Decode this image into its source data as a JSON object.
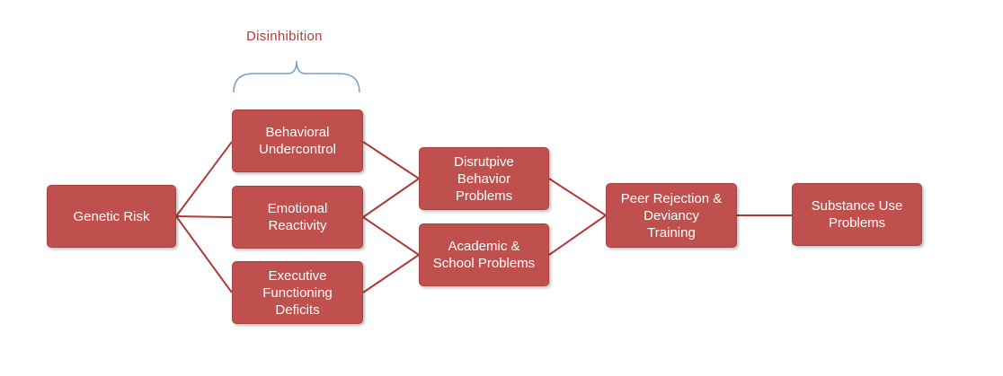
{
  "annotation": {
    "label": "Disinhibition"
  },
  "colors": {
    "node_fill": "#c0504d",
    "connector": "#b03a3a",
    "brace": "#7aa0c8",
    "annotation_text": "#b33b3b"
  },
  "nodes": {
    "genetic_risk": "Genetic Risk",
    "behavioral_undercontrol": "Behavioral\nUndercontrol",
    "emotional_reactivity": "Emotional\nReactivity",
    "executive_functioning": "Executive\nFunctioning\nDeficits",
    "disruptive_behavior": "Disrutpive\nBehavior\nProblems",
    "academic_school": "Academic &\nSchool Problems",
    "peer_rejection": "Peer Rejection &\nDeviancy\nTraining",
    "substance_use": "Substance Use\nProblems"
  }
}
